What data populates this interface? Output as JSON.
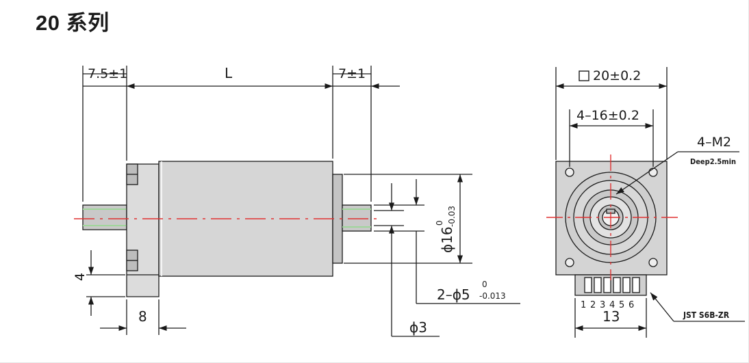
{
  "title": "20 系列",
  "side_view": {
    "dim_left_overhang": "7.5±1",
    "dim_body_length": "L",
    "dim_front_shaft": "7±1",
    "dim_flange_diameter": {
      "base": "ϕ16",
      "upper": "0",
      "lower": "-0.03"
    },
    "dim_shaft_diameter": {
      "base": "2–ϕ5",
      "upper": "0",
      "lower": "-0.013"
    },
    "dim_flat_diameter": "ϕ3",
    "dim_tab_height": "4",
    "dim_tab_width": "8"
  },
  "end_view": {
    "dim_square": "20±0.2",
    "dim_hole_spacing": "4–16±0.2",
    "hole_callout": "4–M2",
    "hole_depth": "Deep2.5min",
    "pin_numbers": [
      "1",
      "2",
      "3",
      "4",
      "5",
      "6"
    ],
    "dim_connector_width": "13",
    "connector_label": "JST S6B-ZR"
  },
  "colors": {
    "line": "#1a1a1a",
    "center_line": "#e03030",
    "body_fill": "#d8d8d8",
    "shaft_fill": "#c8c8c8",
    "highlight": "#9fd59a"
  }
}
